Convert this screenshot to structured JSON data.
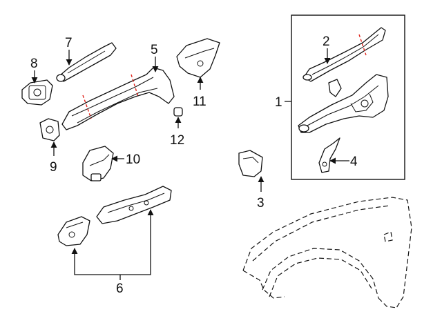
{
  "callouts": {
    "c1": "1",
    "c2": "2",
    "c3": "3",
    "c4": "4",
    "c5": "5",
    "c6": "6",
    "c7": "7",
    "c8": "8",
    "c9": "9",
    "c10": "10",
    "c11": "11",
    "c12": "12"
  },
  "colors": {
    "line": "#111111",
    "cut_mark": "#e0241b",
    "background": "#ffffff"
  }
}
